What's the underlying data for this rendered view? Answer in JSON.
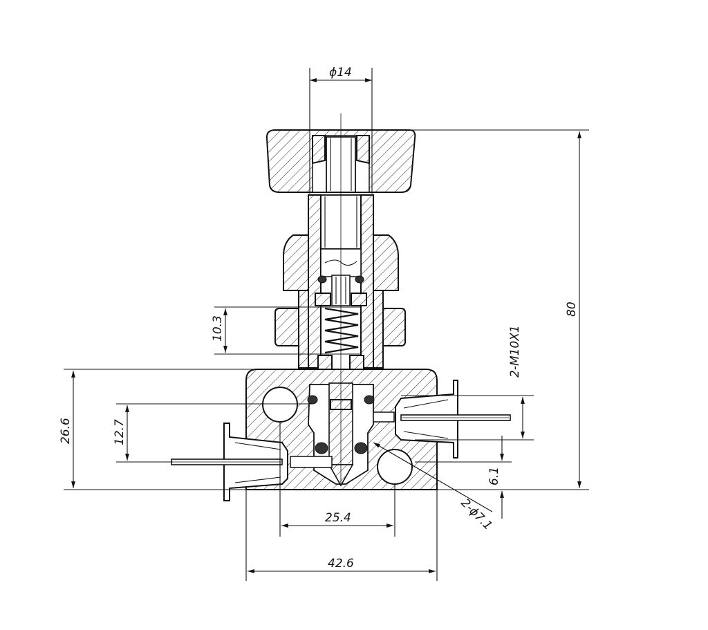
{
  "colors": {
    "line": "#111111",
    "background": "#ffffff"
  },
  "dimensions": {
    "dia_top": "ϕ14",
    "height_total": "80",
    "spring": "10.3",
    "thread": "2-M10X1",
    "body_height": "26.6",
    "port_height": "12.7",
    "bottom_offset": "6.1",
    "port_spacing": "25.4",
    "body_width": "42.6",
    "holes": "2-ϕ7.1"
  }
}
